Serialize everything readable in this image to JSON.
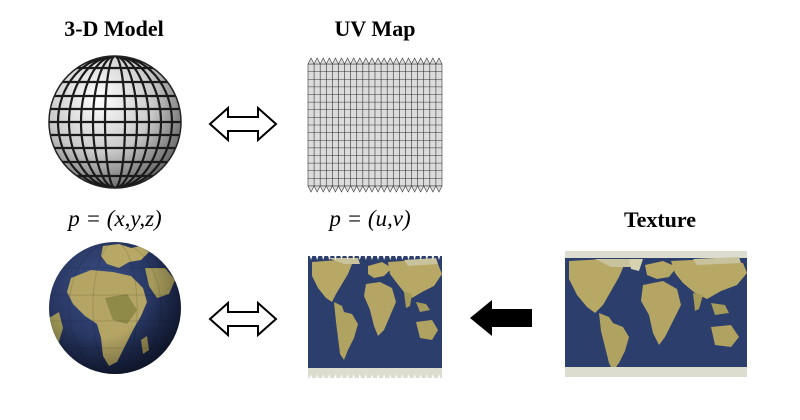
{
  "labels": {
    "model_title": "3-D Model",
    "uv_title": "UV Map",
    "texture_title": "Texture",
    "model_formula": "p = (x,y,z)",
    "uv_formula": "p = (u,v)"
  },
  "colors": {
    "ocean": "#2c3e6b",
    "land": "#b7a865",
    "ice": "#dcdccf",
    "mesh_fill": "#dcdcdc",
    "mesh_line": "#222222"
  }
}
